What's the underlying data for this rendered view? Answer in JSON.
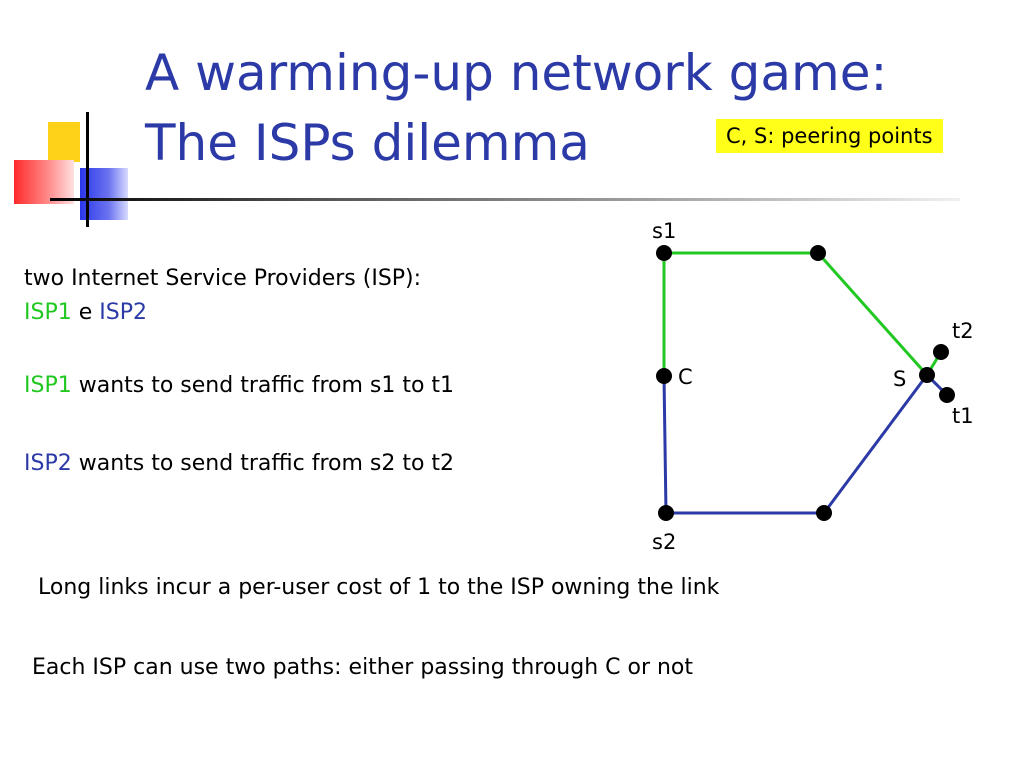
{
  "slide": {
    "title_line1": "A warming-up network game:",
    "title_line2": "The ISPs dilemma",
    "note": "C, S: peering points",
    "intro_line": "two Internet Service Providers (ISP):",
    "isp1_label": "ISP1",
    "conj": "e",
    "isp2_label": "ISP2",
    "isp1_desc": "wants to send traffic from s1 to t1",
    "isp2_desc": "wants to send traffic from s2 to t2",
    "cost_note": "Long links incur a per-user cost of 1 to the ISP owning the link",
    "paths_note": "Each ISP can use two paths: either passing through C or not"
  },
  "colors": {
    "title": "#2b3aa6",
    "isp1": "#22c822",
    "isp2": "#2b3aa6",
    "highlight": "#ffff1a"
  },
  "diagram": {
    "labels": {
      "s1": "s1",
      "s2": "s2",
      "t1": "t1",
      "t2": "t2",
      "c": "C",
      "s": "S"
    }
  }
}
